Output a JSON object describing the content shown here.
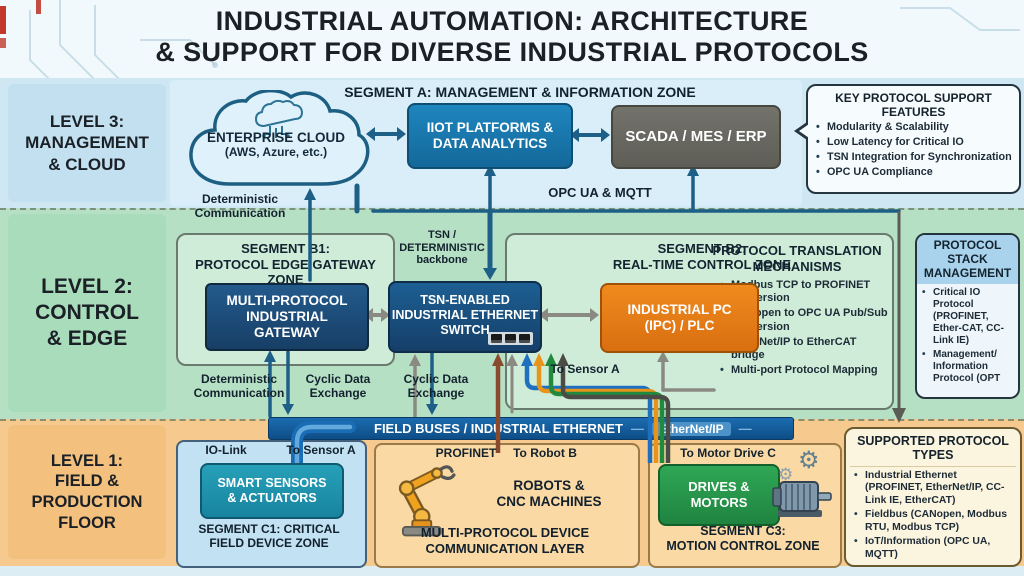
{
  "title": {
    "line1": "INDUSTRIAL AUTOMATION: ARCHITECTURE",
    "line2": "& SUPPORT FOR DIVERSE INDUSTRIAL PROTOCOLS"
  },
  "levels": {
    "l3": "LEVEL 3:\nMANAGEMENT\n& CLOUD",
    "l2": "LEVEL 2:\nCONTROL\n& EDGE",
    "l1": "LEVEL 1:\nFIELD &\nPRODUCTION\nFLOOR"
  },
  "segment_a": {
    "header": "SEGMENT A: MANAGEMENT & INFORMATION ZONE",
    "cloud_title": "ENTERPRISE CLOUD",
    "cloud_subtitle": "(AWS, Azure, etc.)",
    "iiot_label": "IIOT PLATFORMS &\nDATA ANALYTICS",
    "scada_label": "SCADA / MES / ERP",
    "opc_label": "OPC UA & MQTT"
  },
  "key_features": {
    "title": "KEY PROTOCOL SUPPORT FEATURES",
    "items": [
      "Modularity & Scalability",
      "Low Latency for Critical IO",
      "TSN Integration for Synchronization",
      "OPC UA Compliance"
    ]
  },
  "segment_b1": {
    "header": "SEGMENT B1:\nPROTOCOL EDGE GATEWAY ZONE",
    "gateway_label": "MULTI-PROTOCOL\nINDUSTRIAL\nGATEWAY"
  },
  "switch": {
    "label": "TSN-ENABLED\nINDUSTRIAL ETHERNET\nSWITCH",
    "backbone_label": "TSN /\nDETERMINISTIC\nbackbone"
  },
  "segment_b2": {
    "header": "SEGMENT B2:\nREAL-TIME CONTROL ZONE",
    "ipc_label": "INDUSTRIAL PC\n(IPC) / PLC"
  },
  "translation": {
    "title": "PROTOCOL TRANSLATION\nMECHANISMS",
    "items": [
      "Modbus TCP to PROFINET conversion",
      "CANopen to OPC UA Pub/Sub conversion",
      "EtherNet/IP to EtherCAT bridge",
      "Multi-port Protocol Mapping"
    ]
  },
  "stack_mgmt": {
    "title": "PROTOCOL\nSTACK\nMANAGEMENT",
    "items": [
      {
        "lead": "Critical IO Protocol",
        "rest": " (PROFINET, Ether-CAT, CC-Link IE)"
      },
      {
        "lead": "Management/ Information Protocol",
        "rest": " (OPT"
      }
    ]
  },
  "flow_labels": {
    "determ_comm_top": "Deterministic\nCommunication",
    "determ_comm_mid": "Deterministic\nCommunication",
    "cyclic1": "Cyclic Data\nExchange",
    "cyclic2": "Cyclic Data\nExchange",
    "to_sensor_mid": "To Sensor A"
  },
  "field_bus": {
    "label": "FIELD BUSES / INDUSTRIAL ETHERNET",
    "ethernet_ip": "EtherNet/IP",
    "dash": "—"
  },
  "segment_c1": {
    "io_link": "IO-Link",
    "to_sensor": "To Sensor A",
    "device_label": "SMART SENSORS\n& ACTUATORS",
    "footer": "SEGMENT C1: CRITICAL\nFIELD DEVICE ZONE"
  },
  "segment_c2": {
    "profinet": "PROFINET",
    "to_robot": "To Robot B",
    "device_label": "ROBOTS &\nCNC MACHINES",
    "footer": "MULTI-PROTOCOL DEVICE\nCOMMUNICATION LAYER"
  },
  "segment_c3": {
    "to_motor": "To Motor Drive C",
    "device_label": "DRIVES &\nMOTORS",
    "footer": "SEGMENT C3:\nMOTION CONTROL ZONE"
  },
  "supported": {
    "title": "SUPPORTED PROTOCOL\nTYPES",
    "items": [
      {
        "lead": "Industrial Ethernet",
        "rest": " (PROFINET, EtherNet/IP, CC-Link IE, EtherCAT)"
      },
      {
        "lead": "Fieldbus",
        "rest": " (CANopen, Modbus RTU, Modbus TCP)"
      },
      {
        "lead": "IoT/Information",
        "rest": " (OPC UA, MQTT)"
      }
    ]
  },
  "colors": {
    "navy_box": "#1d4a77",
    "orange_box": "#e8821d",
    "gray_box": "#6b6b64",
    "teal_box": "#1f97ad",
    "green_box": "#2b9a4d",
    "bar_blue": "#1565a8",
    "band_cloud": "#cfe7f3",
    "band_edge": "#b6e0c4",
    "band_field": "#f6ca8e",
    "arrow_navy": "#1d5f86",
    "arrow_gray": "#8a8a82",
    "cable_brown": "#8a4a2e",
    "cable_blue": "#1e6fc0",
    "cable_orange": "#e8941a",
    "cable_green": "#218a3e",
    "cable_gray": "#4c4c46"
  }
}
